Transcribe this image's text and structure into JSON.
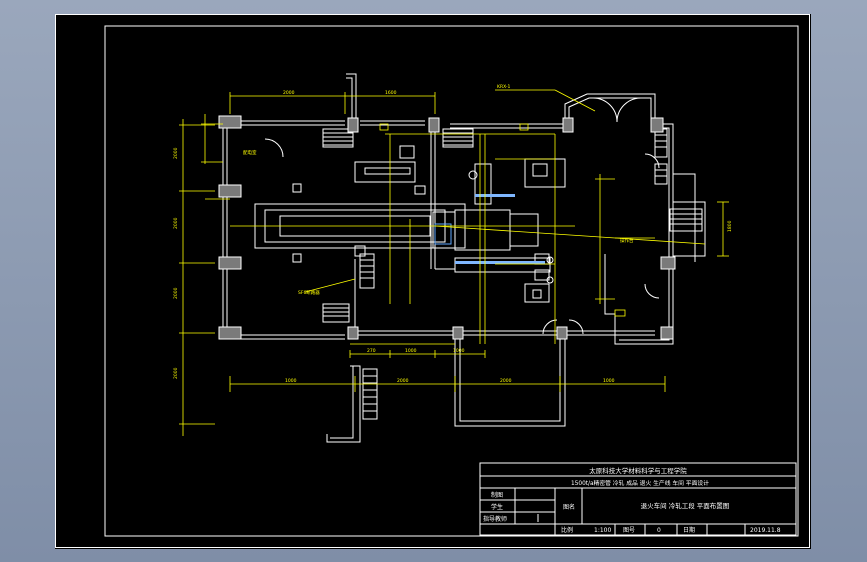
{
  "colors": {
    "background": "#8e9bb2",
    "sheet": "#000000",
    "line": "#ffffff",
    "dimension": "#ffff00",
    "column": "#7a7a7a"
  },
  "drawing": {
    "dims_top": [
      "2000",
      "1600"
    ],
    "dims_left": [
      "2000",
      "2000",
      "2000",
      "2000"
    ],
    "dims_bottom": [
      "1000",
      "2000",
      "2000",
      "1000"
    ],
    "dims_mid": [
      "270",
      "1000",
      "1000"
    ],
    "right_dim": "1800",
    "labels": [
      "配电室",
      "KRX-1",
      "SF6断路器",
      "操作台"
    ]
  },
  "title_block": {
    "university": "太原科技大学材料科学与工程学院",
    "project": "1500t/a精密管 冷轧 成品 退火 生产线 车间 平面设计",
    "drawing_title": "退火车间 冷轧工段 平面布置图",
    "row_labels": [
      "制图",
      "学生",
      "指导教师"
    ],
    "name_label": "图名",
    "scale_label": "比例",
    "scale_value": "1:100",
    "sheet_label": "图号",
    "sheet_value": "0",
    "date_label": "日期",
    "date_value": "2019.11.8"
  }
}
